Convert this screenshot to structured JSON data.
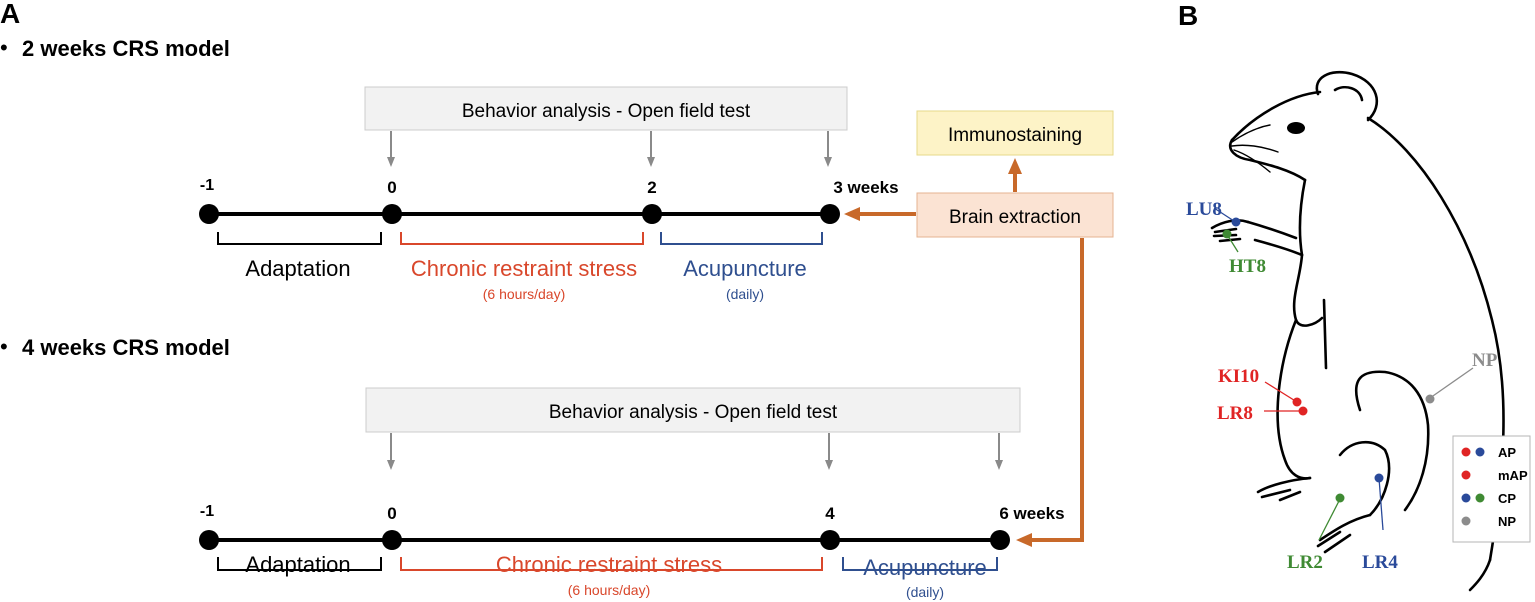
{
  "panel_a": {
    "letter": "A",
    "model1": {
      "heading": "2 weeks CRS model",
      "behavior_box": "Behavior analysis - Open field test",
      "immuno_box": "Immunostaining",
      "brain_box": "Brain extraction",
      "ticks": [
        "-1",
        "0",
        "2",
        "3 weeks"
      ],
      "phases": [
        {
          "label": "Adaptation",
          "sub": ""
        },
        {
          "label": "Chronic restraint stress",
          "sub": "(6 hours/day)"
        },
        {
          "label": "Acupuncture",
          "sub": "(daily)"
        }
      ]
    },
    "model2": {
      "heading": "4 weeks CRS model",
      "behavior_box": "Behavior analysis - Open field test",
      "ticks": [
        "-1",
        "0",
        "4",
        "6 weeks"
      ],
      "phases": [
        {
          "label": "Adaptation",
          "sub": ""
        },
        {
          "label": "Chronic restraint stress",
          "sub": "(6 hours/day)"
        },
        {
          "label": "Acupuncture",
          "sub": "(daily)"
        }
      ]
    }
  },
  "panel_b": {
    "letter": "B",
    "points": [
      "LU8",
      "HT8",
      "KI10",
      "LR8",
      "NP",
      "LR2",
      "LR4"
    ],
    "legend": [
      "AP",
      "mAP",
      "CP",
      "NP"
    ]
  },
  "colors": {
    "black": "#000000",
    "red": "#d9472b",
    "blue": "#2f4f8f",
    "green": "#4b8a3c",
    "gray": "#8a8a8a",
    "arrow_orange": "#c8692a",
    "behavior_fill": "#f2f2f2",
    "immuno_fill": "#fdf3c7",
    "brain_fill": "#fbe3d3",
    "point_red": "#e02424",
    "point_blue": "#2a4a9a",
    "point_green": "#3f8a33",
    "point_gray": "#8c8c8c"
  }
}
